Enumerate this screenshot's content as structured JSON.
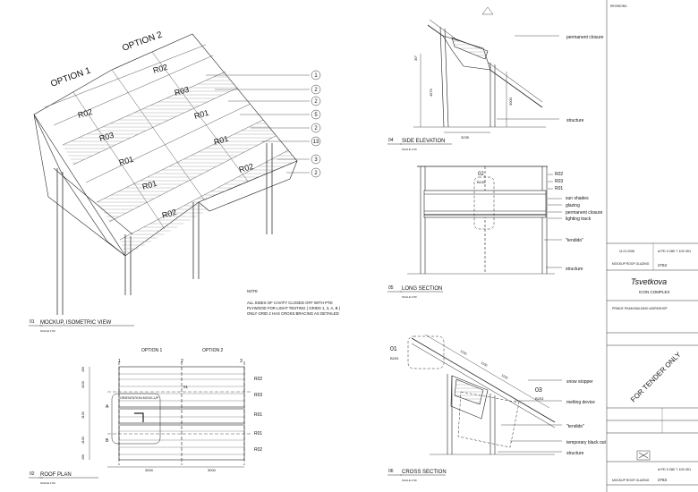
{
  "drawing": {
    "mockup": {
      "number": "01",
      "title": "MOCKUP, ISOMETRIC VIEW",
      "option1": "OPTION 1",
      "option2": "OPTION 2",
      "panels": [
        "R02",
        "R03",
        "R02",
        "R01",
        "R03",
        "R01",
        "R01",
        "R01",
        "R02",
        "R02"
      ],
      "callouts": [
        "1",
        "2",
        "2",
        "5",
        "2",
        "13",
        "3",
        "2"
      ]
    },
    "note": {
      "heading": "NOTE",
      "lines": [
        "ALL SIDES OF CAVITY CLOSED OFF WITH PTD",
        "PLYWOOD FOR LIGHT TESTING ( GRIDS 1, 3, A, B )",
        "ONLY GRID 2 HAS CROSS BRACING AS DETAILED"
      ]
    },
    "roof_plan": {
      "number": "02",
      "title": "ROOF PLAN",
      "option1": "OPTION 1",
      "option2": "OPTION 2",
      "grid": [
        "1",
        "2",
        "3"
      ],
      "rows": [
        "A",
        "B"
      ],
      "row_labels": [
        "R02",
        "R03",
        "R01",
        "R01",
        "R02"
      ],
      "orientation": "ORIENTATION MOCK-UP",
      "section_tag": "01",
      "dims": [
        "400",
        "1100",
        "1100",
        "1100",
        "400",
        "3000",
        "3000"
      ]
    },
    "side_elevation": {
      "number": "04",
      "title": "SIDE ELEVATION",
      "labels": [
        "permanent closure",
        "structure"
      ],
      "dims": [
        "4579",
        "3000",
        "3235",
        "30°"
      ]
    },
    "long_section": {
      "number": "05",
      "title": "LONG SECTION",
      "detail": "02",
      "detail_ref": "B100",
      "labels": [
        "R02",
        "R03",
        "R01",
        "sun shades",
        "glazing",
        "permanent closure",
        "lighting track",
        "\"tendido\"",
        "structure"
      ]
    },
    "cross_section": {
      "number": "06",
      "title": "CROSS SECTION",
      "detail1": "01",
      "detail1_ref": "B203",
      "detail2": "03",
      "detail2_ref": "B203",
      "labels": [
        "snow stopper",
        "melting device",
        "\"tendido\"",
        "temporary black out",
        "structure"
      ],
      "dims": [
        "1100",
        "1100",
        "1100"
      ]
    },
    "scale_text": "SCALE 1:50"
  },
  "title_block": {
    "revisions_header": "REVISIONS",
    "rev_date": "11.01.2008",
    "rev_code": "A PD 0 280 7 100 001",
    "rev_desc": "MOCKUP ROOF GLAZING",
    "sheet_no": "2763",
    "brand_line1": "Tsvetkova",
    "brand_line2": "ICON COMPLEX",
    "client": "PRINCE PHAM BUILDING WORKSHOP",
    "tender": "FOR TENDER ONLY",
    "bottom_code": "A PD 0 280 7 100 001",
    "bottom_desc": "MOCKUP ROOF GLAZING",
    "bottom_sheet": "2763"
  }
}
